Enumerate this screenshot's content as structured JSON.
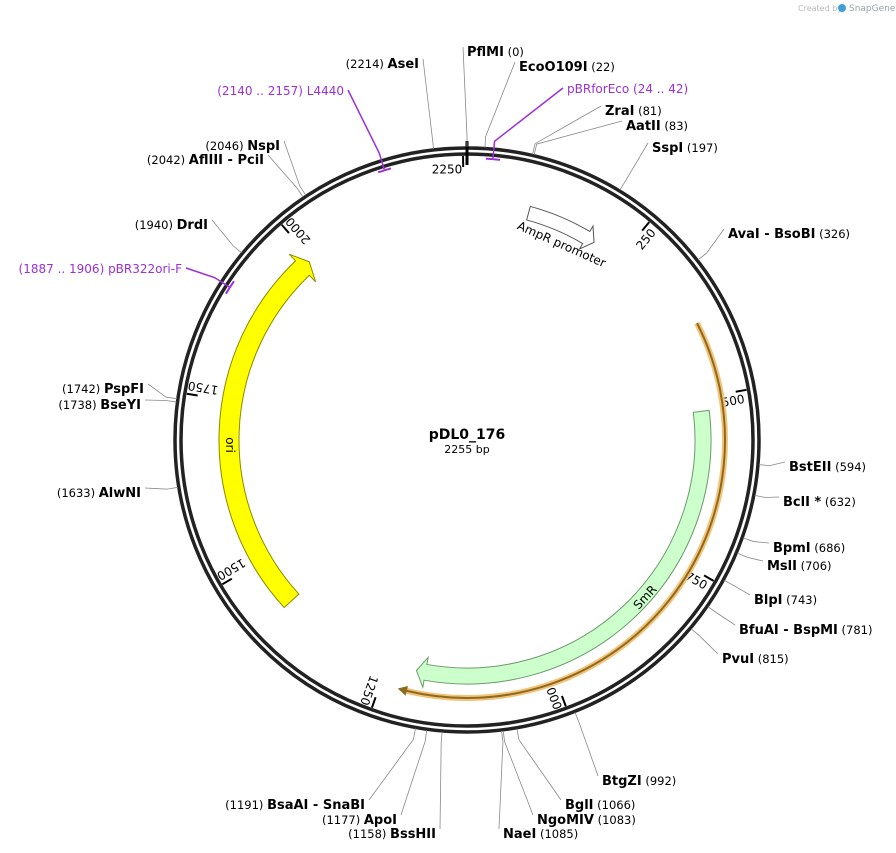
{
  "plasmid": {
    "name": "pDL0_176",
    "length_label": "2255 bp",
    "length": 2255
  },
  "watermark": {
    "created_by": "Created by",
    "brand": "SnapGene"
  },
  "ticks": [
    {
      "pos": 2250,
      "label": "2250"
    },
    {
      "pos": 250,
      "label": "250"
    },
    {
      "pos": 500,
      "label": "500"
    },
    {
      "pos": 750,
      "label": "750"
    },
    {
      "pos": 1000,
      "label": "1000"
    },
    {
      "pos": 1250,
      "label": "1250"
    },
    {
      "pos": 1500,
      "label": "1500"
    },
    {
      "pos": 1750,
      "label": "1750"
    },
    {
      "pos": 2000,
      "label": "2000"
    }
  ],
  "features": [
    {
      "name": "AmpR promoter",
      "color": "#ffffff",
      "stroke": "#555555"
    },
    {
      "name": "SmR",
      "color": "#ccffcc",
      "stroke": "#6a9a6a"
    },
    {
      "name": "ori",
      "color": "#ffff00",
      "stroke": "#8a8a00"
    },
    {
      "name": "",
      "color": "#8b6b1e",
      "stroke": "#f5b94a"
    }
  ],
  "enzymes": [
    {
      "name": "PflMI",
      "pos": "(0)"
    },
    {
      "name": "EcoO109I",
      "pos": "(22)"
    },
    {
      "name": "ZraI",
      "pos": "(81)"
    },
    {
      "name": "AatII",
      "pos": "(83)"
    },
    {
      "name": "SspI",
      "pos": "(197)"
    },
    {
      "name": "AvaI",
      "sep": "-",
      "name2": "BsoBI",
      "pos": "(326)"
    },
    {
      "name": "BstEII",
      "pos": "(594)"
    },
    {
      "name": "BclI *",
      "pos": "(632)"
    },
    {
      "name": "BpmI",
      "pos": "(686)"
    },
    {
      "name": "MslI",
      "pos": "(706)"
    },
    {
      "name": "BlpI",
      "pos": "(743)"
    },
    {
      "name": "BfuAI",
      "sep": "-",
      "name2": "BspMI",
      "pos": "(781)"
    },
    {
      "name": "PvuI",
      "pos": "(815)"
    },
    {
      "name": "BtgZI",
      "pos": "(992)"
    },
    {
      "name": "BglI",
      "pos": "(1066)"
    },
    {
      "name": "NgoMIV",
      "pos": "(1083)"
    },
    {
      "name": "NaeI",
      "pos": "(1085)"
    },
    {
      "name": "BssHII",
      "pos": "(1158)"
    },
    {
      "name": "ApoI",
      "pos": "(1177)"
    },
    {
      "name": "BsaAI",
      "sep": "-",
      "name2": "SnaBI",
      "pos": "(1191)"
    },
    {
      "name": "AlwNI",
      "pos": "(1633)"
    },
    {
      "name": "BseYI",
      "pos": "(1738)"
    },
    {
      "name": "PspFI",
      "pos": "(1742)"
    },
    {
      "name": "DrdI",
      "pos": "(1940)"
    },
    {
      "name": "AflIII",
      "sep": "-",
      "name2": "PciI",
      "pos": "(2042)"
    },
    {
      "name": "NspI",
      "pos": "(2046)"
    },
    {
      "name": "AseI",
      "pos": "(2214)"
    }
  ],
  "primers": [
    {
      "name": "pBRforEco",
      "range": "(24 .. 42)",
      "color": "#9b30d9"
    },
    {
      "name": "L4440",
      "range": "(2140 .. 2157)",
      "color": "#9b30d9"
    },
    {
      "name": "pBR322ori-F",
      "range": "(1887 .. 1906)",
      "color": "#9b30d9"
    }
  ]
}
